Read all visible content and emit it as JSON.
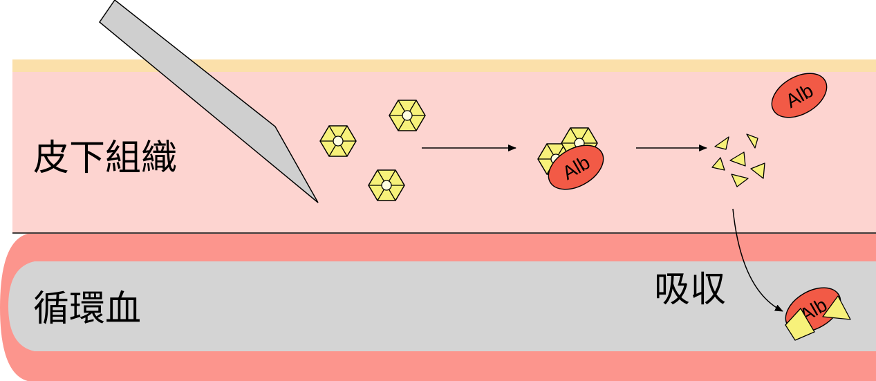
{
  "labels": {
    "subcutaneous": "皮下組織",
    "circulation": "循環血",
    "absorption": "吸収"
  },
  "molecules": {
    "albumin": "Alb"
  },
  "colors": {
    "skin_surface": "#fbe0aa",
    "subcutaneous_tissue": "#fdd4d0",
    "vessel_wall": "#fc958d",
    "blood": "#d4d4d4",
    "needle": "#cfcfcf",
    "hexamer": "#f7f17a",
    "albumin": "#f25a46",
    "fragment": "#f7f17a"
  }
}
